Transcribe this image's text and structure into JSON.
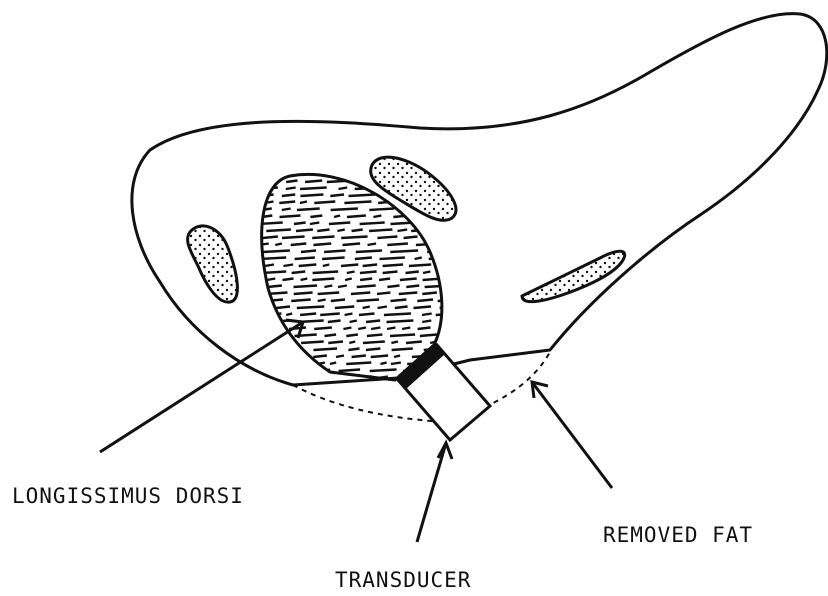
{
  "labels": {
    "longissimus_dorsi": "LONGISSIMUS DORSI",
    "transducer": "TRANSDUCER",
    "removed_fat": "REMOVED FAT"
  },
  "colors": {
    "ink": "#111111",
    "background": "#ffffff"
  }
}
